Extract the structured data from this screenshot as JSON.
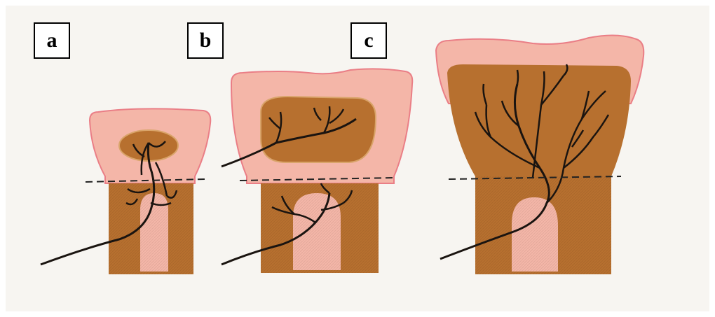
{
  "panels": {
    "a": {
      "label": "a"
    },
    "b": {
      "label": "b"
    },
    "c": {
      "label": "c"
    }
  },
  "colors": {
    "paper": "#f7f5f1",
    "cartilage": "#f4b6a8",
    "cartilage_edge": "#ea7e86",
    "bone": "#b7702f",
    "bone_dark": "#a05e22",
    "vessel": "#1a1410",
    "dashed_line": "#222222"
  }
}
